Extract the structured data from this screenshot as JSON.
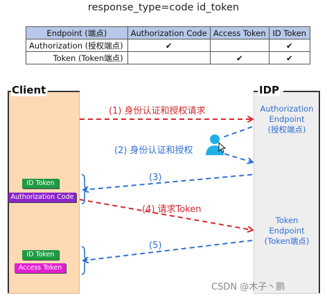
{
  "title": "response_type=code id_token",
  "table": {
    "headers": [
      "Endpoint (端点)",
      "Authorization Code",
      "Access Token",
      "ID Token"
    ],
    "rows": [
      {
        "label": "Authorization (授权端点)",
        "cells": [
          "✔",
          "",
          "✔"
        ]
      },
      {
        "label": "Token (Token端点)",
        "cells": [
          "",
          "✔",
          "✔"
        ]
      }
    ]
  },
  "lanes": {
    "client": "Client",
    "idp": "IDP"
  },
  "endpoints": {
    "authorization": [
      "Authorization",
      "Endpoint",
      "(授权端点)"
    ],
    "token": [
      "Token",
      "Endpoint",
      "(Token端点)"
    ]
  },
  "steps": {
    "s1": "(1) 身份认证和授权请求",
    "s2": "(2) 身份认证和授权",
    "s3": "(3)",
    "s4": "(4) 请求Token",
    "s5": "(5)"
  },
  "badges": {
    "id_token_1": "ID Token",
    "auth_code": "Authorization Code",
    "id_token_2": "ID Token",
    "access_token": "Access Token"
  },
  "colors": {
    "request_arrow": "#d3262b",
    "response_arrow": "#2f6fd3",
    "client_fill": "#fdd9b4",
    "idp_fill": "#eeeeee",
    "table_header": "#b8c8e8",
    "id_token_badge": "#1f9a43",
    "auth_code_badge": "#8a24c9",
    "access_token_badge": "#e01fd0"
  },
  "icons": {
    "user": "user-icon",
    "cursor": "mouse-cursor-icon"
  },
  "watermark": "CSDN @木子丶鹏"
}
